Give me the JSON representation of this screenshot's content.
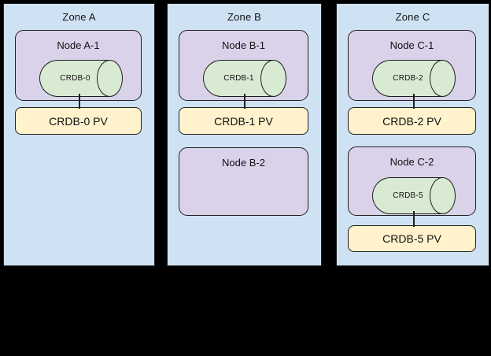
{
  "diagram": {
    "description": "CockroachDB pods, persistent volumes and nodes across availability zones",
    "background_color": "#000000",
    "stroke_color": "#1f1f1f",
    "zone_fill": "#cfe2f3",
    "node_fill": "#d9d2e9",
    "cylinder_fill": "#d9ead3",
    "pv_fill": "#fff2cc"
  },
  "zones": [
    {
      "label": "Zone A",
      "nodes": [
        {
          "label": "Node A-1",
          "cylinder": "CRDB-0",
          "pv": "CRDB-0 PV"
        }
      ]
    },
    {
      "label": "Zone B",
      "nodes": [
        {
          "label": "Node B-1",
          "cylinder": "CRDB-1",
          "pv": "CRDB-1 PV"
        },
        {
          "label": "Node B-2"
        }
      ]
    },
    {
      "label": "Zone C",
      "nodes": [
        {
          "label": "Node C-1",
          "cylinder": "CRDB-2",
          "pv": "CRDB-2 PV"
        },
        {
          "label": "Node C-2",
          "cylinder": "CRDB-5",
          "pv": "CRDB-5 PV"
        }
      ]
    }
  ]
}
